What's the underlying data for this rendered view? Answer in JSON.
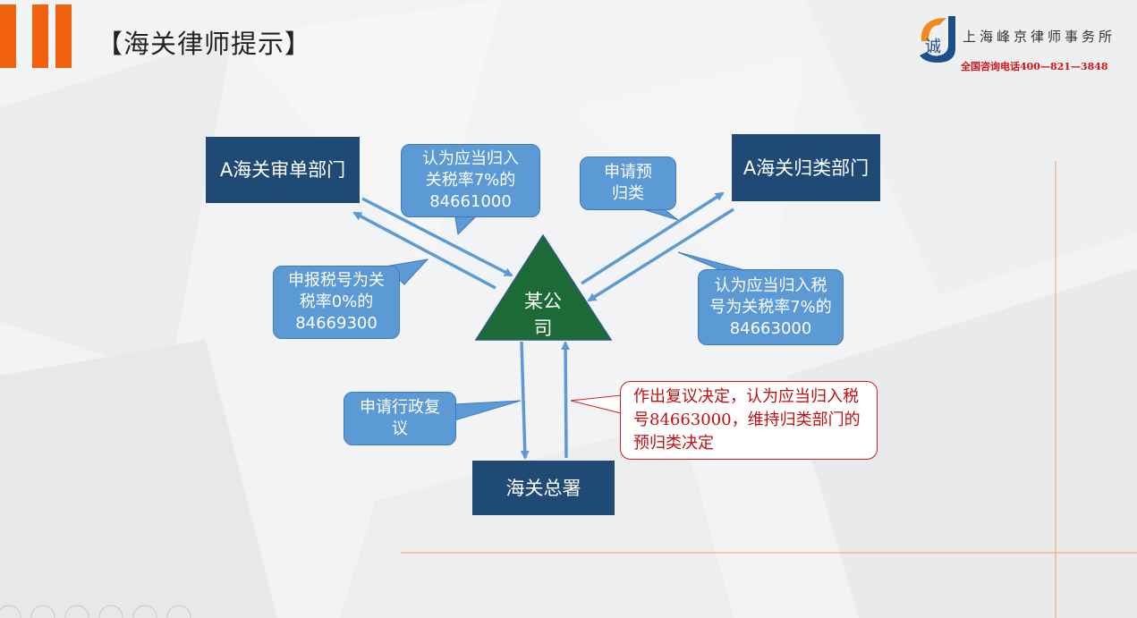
{
  "header": {
    "title": "【海关律师提示】"
  },
  "logo": {
    "badge_char": "诚",
    "firm_name": "上海峰京律师事务所",
    "phone": "全国咨询电话400—821—3848"
  },
  "diagram": {
    "nodes": {
      "review_dept": "A海关审单部门",
      "classification_dept": "A海关归类部门",
      "company": "某公司",
      "gacc": "海关总署"
    },
    "callouts": {
      "declare": "申报税号为关税率0%的84669300",
      "review_view": "认为应当归入关税率7%的84661000",
      "apply_preclass": "申请预归类",
      "class_view": "认为应当归入税号为关税率7%的84663000",
      "admin_review": "申请行政复议",
      "decision": "作出复议决定，认为应当归入税号84663000，维持归类部门的预归类决定"
    }
  },
  "colors": {
    "accent_orange": "#f0620e",
    "box_navy": "#1e4a75",
    "callout_blue": "#5b9ad5",
    "triangle_green": "#1c6a35",
    "decision_red": "#d41a1a"
  }
}
